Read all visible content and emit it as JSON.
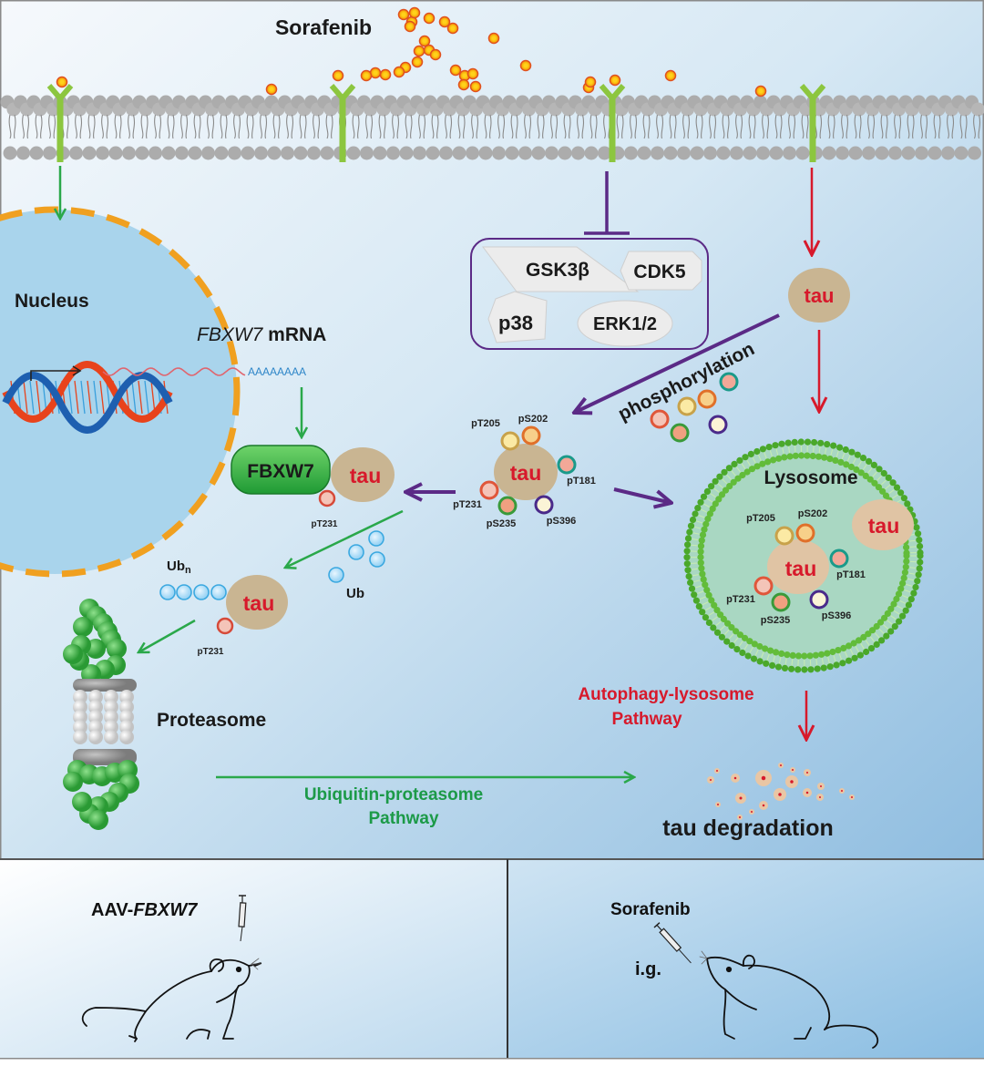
{
  "title": "Sorafenib",
  "colors": {
    "membrane_head": "#a8a8a8",
    "receptor": "#8cc63f",
    "drug_outer": "#e8502a",
    "drug_inner": "#ffc20e",
    "green_arrow": "#2aa84a",
    "purple_arrow": "#5b2a86",
    "red_arrow": "#d7192b",
    "tau_fill": "#c9b592",
    "tau_text": "#d7192b",
    "nucleus_border": "#f0a020",
    "nucleus_fill": "#a6d3ec",
    "fbxw7_fill": "#3db74a",
    "lysosome_ring": "#5bb431",
    "ub_blue": "#3aa8e0"
  },
  "nucleus": {
    "label": "Nucleus"
  },
  "mrna": {
    "gene_italic": "FBXW7",
    "suffix": " mRNA",
    "polyA": "AAAAAAAA"
  },
  "kinases": {
    "gsk3b": "GSK3β",
    "cdk5": "CDK5",
    "p38": "p38",
    "erk": "ERK1/2"
  },
  "tau_label": "tau",
  "phosphorylation_label": "phosphorylation",
  "fbxw7_complex": {
    "protein": "FBXW7",
    "site": "pT231"
  },
  "central_tau": {
    "sites": [
      "pT205",
      "pS202",
      "pT181",
      "pT231",
      "pS235",
      "pS396"
    ]
  },
  "ubiquitin": {
    "ubn_label": "Ub",
    "ubn_sub": "n",
    "ub_label": "Ub",
    "site": "pT231"
  },
  "proteasome": {
    "label": "Proteasome"
  },
  "lysosome": {
    "label": "Lysosome",
    "sites": [
      "pT205",
      "pS202",
      "pT181",
      "pT231",
      "pS235",
      "pS396"
    ]
  },
  "pathways": {
    "autophagy_line1": "Autophagy-lysosome",
    "autophagy_line2": "Pathway",
    "ups_line1": "Ubiquitin-proteasome",
    "ups_line2": "Pathway"
  },
  "degradation_label": "tau degradation",
  "bottom_panels": {
    "left": {
      "prefix": "AAV-",
      "gene_italic": "FBXW7"
    },
    "right": {
      "drug": "Sorafenib",
      "route": "i.g."
    }
  }
}
